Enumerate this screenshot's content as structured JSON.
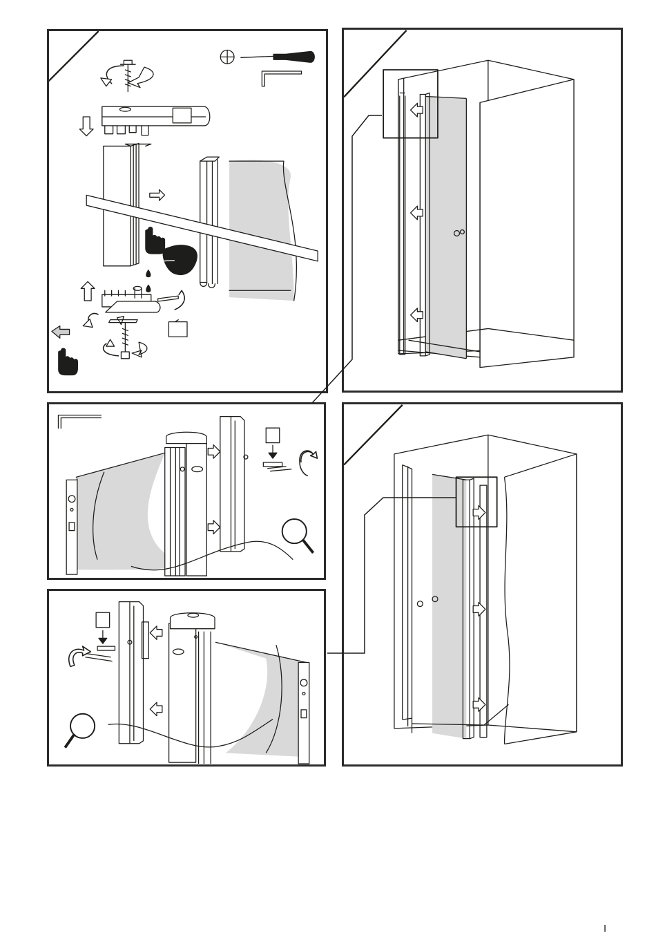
{
  "page": {
    "page_mark": "I"
  },
  "colors": {
    "line": "#1d1d1b",
    "glass": "#d9d9d9",
    "panel_border": "#2b2b2b",
    "background": "#ffffff"
  },
  "icons": {
    "screwdriver": "phillips-screwdriver-icon",
    "hex_key": "allen-key-icon",
    "magnifier": "magnifying-glass-icon",
    "hand": "pointing-hand-icon",
    "rotate": "rotation-arrow-icon",
    "direction": "hollow-arrow-icon"
  },
  "panels": [
    {
      "id": "panel-1",
      "content": "hinge-assembly-exploded"
    },
    {
      "id": "panel-2",
      "content": "door-in-shower-recess-left"
    },
    {
      "id": "panel-3",
      "content": "wall-profile-fixing-left"
    },
    {
      "id": "panel-4",
      "content": "door-in-shower-recess-right"
    },
    {
      "id": "panel-5",
      "content": "wall-profile-fixing-right"
    }
  ]
}
